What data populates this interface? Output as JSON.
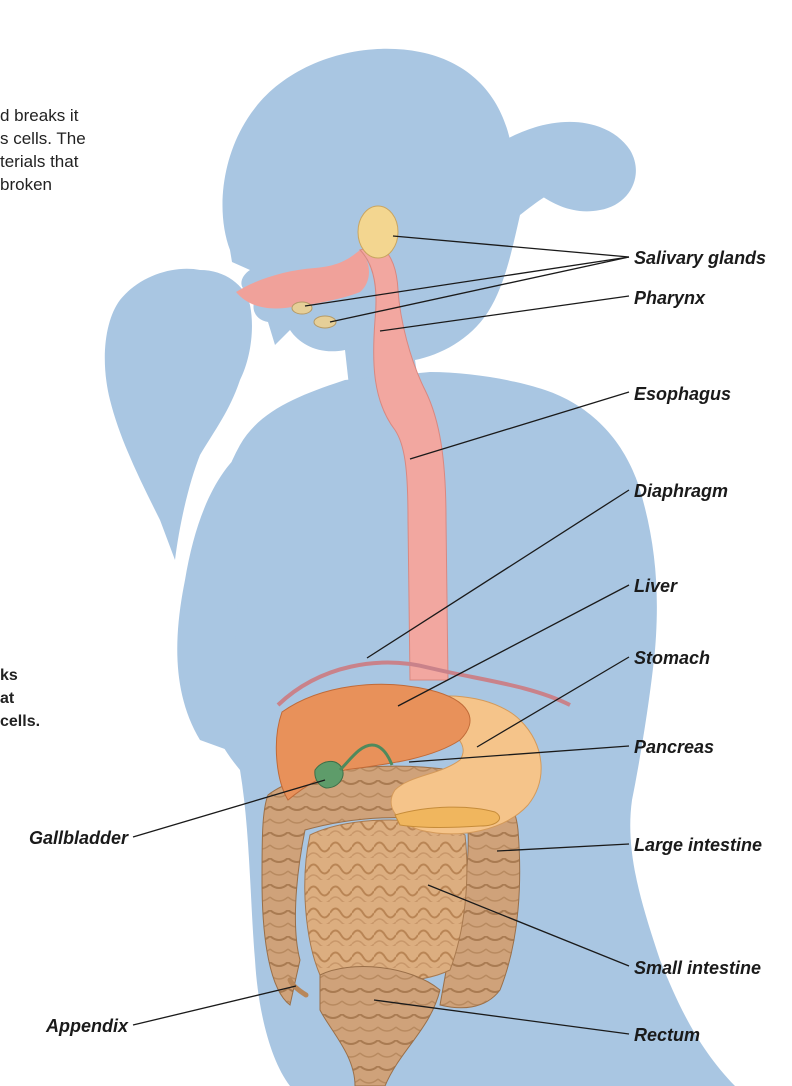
{
  "intro_text": {
    "lines": [
      "d breaks it",
      "s cells. The",
      "terials that",
      "broken"
    ]
  },
  "side_callout": {
    "lines": [
      "ks",
      "at",
      "cells."
    ]
  },
  "labels": {
    "salivary_glands": "Salivary glands",
    "pharynx": "Pharynx",
    "esophagus": "Esophagus",
    "diaphragm": "Diaphragm",
    "liver": "Liver",
    "stomach": "Stomach",
    "pancreas": "Pancreas",
    "large_intestine": "Large intestine",
    "small_intestine": "Small intestine",
    "rectum": "Rectum",
    "gallbladder": "Gallbladder",
    "appendix": "Appendix"
  },
  "colors": {
    "body_silhouette": "#a9c6e2",
    "esophagus": "#f2a7a0",
    "liver": "#e8915a",
    "stomach": "#f5c48a",
    "intestine": "#d9ab7e",
    "salivary_gland": "#f3d690",
    "gallbladder": "#5e9c6a",
    "leader_line": "#1a1a1a"
  }
}
